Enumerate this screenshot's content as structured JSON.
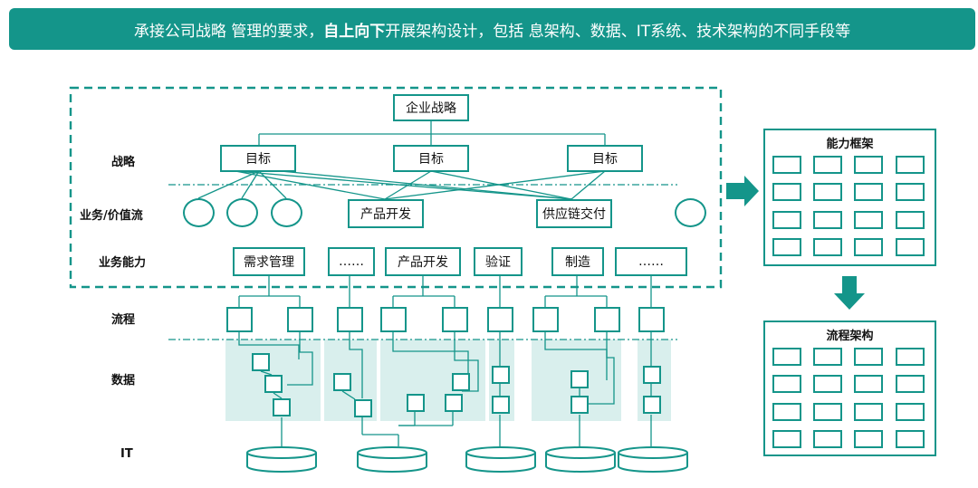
{
  "banner": {
    "part1": "承接公司战略 管理的要求，",
    "bold": "自上向下",
    "part2": "开展架构设计，包括 息架构、数据、IT系统、技术架构的不同手段等"
  },
  "row_labels": {
    "strategy": "战略",
    "value_stream": "业务/价值流",
    "capability": "业务能力",
    "process": "流程",
    "data": "数据",
    "it": "IT"
  },
  "strategy": {
    "root": "企业战略",
    "goals": [
      "目标",
      "目标",
      "目标"
    ]
  },
  "value_streams": [
    "产品开发",
    "供应链交付"
  ],
  "capabilities": [
    "需求管理",
    "……",
    "产品开发",
    "验证",
    "制造",
    "……"
  ],
  "panels": {
    "capability_framework": "能力框架",
    "process_architecture": "流程架构"
  },
  "colors": {
    "accent": "#14958a",
    "shade": "#d9efed"
  }
}
